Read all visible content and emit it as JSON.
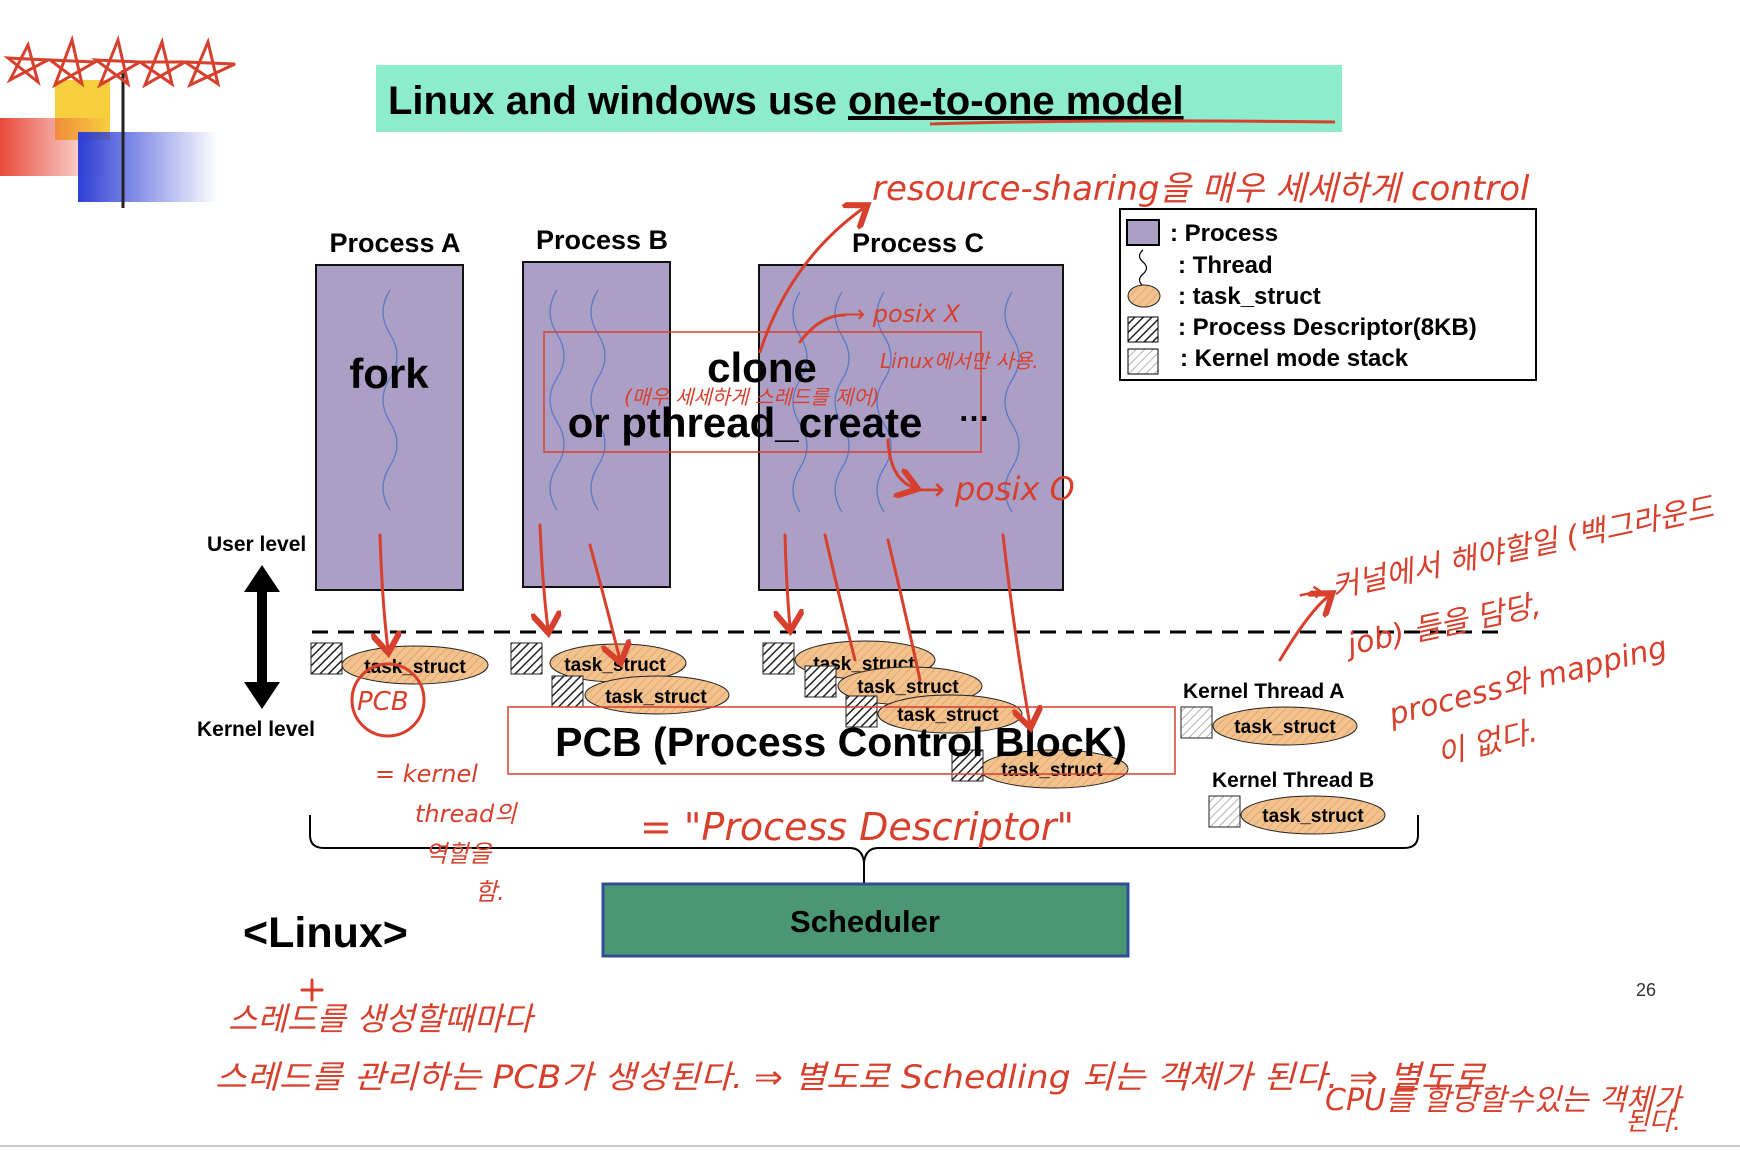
{
  "slide": {
    "title_plain": "Linux and windows use ",
    "title_underlined": "one-to-one model",
    "page_number": "26",
    "linux_label": "<Linux>"
  },
  "processes": [
    {
      "name": "Process A",
      "label": "fork"
    },
    {
      "name": "Process B"
    },
    {
      "name": "Process C"
    }
  ],
  "clone_label": {
    "line1": "clone",
    "line2": "or pthread_create",
    "ellipsis": "…"
  },
  "levels": {
    "user": "User level",
    "kernel": "Kernel level"
  },
  "task_struct_label": "task_struct",
  "kernel_threads": [
    {
      "name": "Kernel Thread A"
    },
    {
      "name": "Kernel Thread B"
    }
  ],
  "pcb_box_label": "PCB (Process Control BlocK)",
  "scheduler_label": "Scheduler",
  "legend": [
    {
      "icon": "process-square",
      "text": ": Process"
    },
    {
      "icon": "thread-squiggle",
      "text": ": Thread"
    },
    {
      "icon": "task-struct-ellipse",
      "text": ": task_struct"
    },
    {
      "icon": "descriptor-hatch",
      "text": ": Process Descriptor(8KB)"
    },
    {
      "icon": "kernel-stack-hatch",
      "text": ": Kernel mode stack"
    }
  ],
  "annotations": {
    "top_resource": "resource-sharing을 매우 세세하게 control",
    "posix_x": "→ posix X",
    "linux_only": "Linux에서만 사용.",
    "clone_detail": "(매우 세세하게 스레드를 제어)",
    "posix_o": "→ posix O",
    "pcb_circle": "PCB",
    "pcb_role": [
      "= kernel",
      "thread의",
      "역할을",
      "함."
    ],
    "process_descriptor": "= \"Process Descriptor\"",
    "kernel_right": [
      "→ 커널에서 해야할일 (백그라운드",
      "job) 들을 담당,",
      "process와 mapping",
      "이 없다."
    ],
    "bottom": [
      "스레드를 생성할때마다",
      "스레드를 관리하는 PCB가 생성된다. ⇒ 별도로 Schedling 되는 객체가 된다. ⇒ 별도로",
      "CPU를 할당할수있는 객체가",
      "된다."
    ]
  },
  "colors": {
    "title_bg": "#8ceccb",
    "process_fill": "#ab9fc6",
    "task_struct_fill": "#f2c38f",
    "scheduler_fill": "#4b9774",
    "annotation_red": "#d7402d",
    "thread_blue": "#5b79c7"
  }
}
